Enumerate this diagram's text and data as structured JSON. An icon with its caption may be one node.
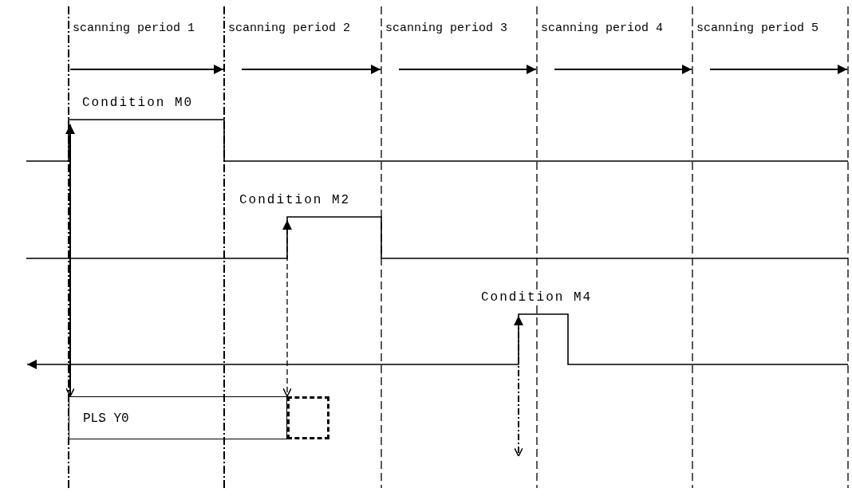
{
  "diagram": {
    "nodes": [
      {
        "text": [
          "PLS Y0"
        ]
      },
      {
        "text": [],
        "shape": "box"
      }
    ],
    "edges": [
      {
        "from": null,
        "to": 0,
        "arrow": "both"
      },
      {
        "from": null,
        "to": 1,
        "arrow": "both",
        "style": "dashed"
      }
    ],
    "labels": [
      "scanning period 1",
      "scanning period 2",
      "scanning period 3",
      "scanning period 4",
      "scanning period 5",
      "Condition M0",
      "Condition M2",
      "Condition M4"
    ]
  }
}
